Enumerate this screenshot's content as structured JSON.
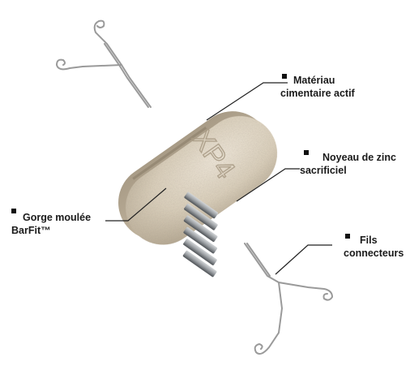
{
  "anode": {
    "embossed_text": "XP4",
    "colors": {
      "cement_light": "#e3d9c9",
      "cement_mid": "#cfc2ae",
      "cement_dark": "#9c8f7c",
      "zinc_light": "#c9ccce",
      "zinc_dark": "#4e5256",
      "wire": "#9a9a9a",
      "leader": "#222222"
    }
  },
  "labels": {
    "cement": [
      "Matériau",
      "cimentaire actif"
    ],
    "zinc": [
      "Noyeau de zinc",
      "sacrificiel"
    ],
    "groove": [
      "Gorge moulée",
      "BarFit™"
    ],
    "wires": [
      "Fils",
      "connecteurs"
    ]
  }
}
